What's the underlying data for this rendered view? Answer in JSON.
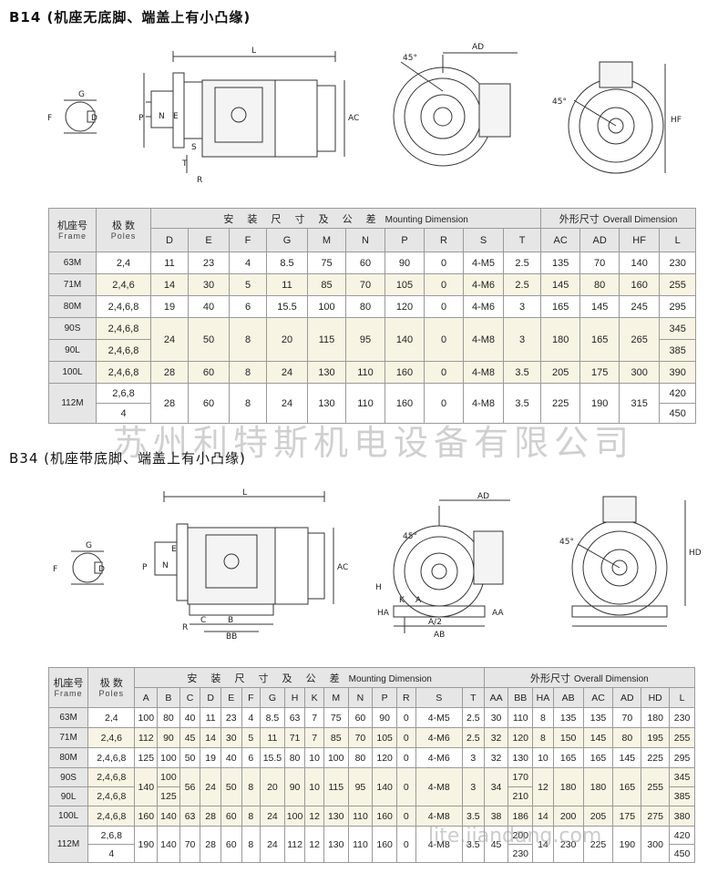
{
  "section1": {
    "title": "B14 (机座无底脚、端盖上有小凸缘)"
  },
  "section2": {
    "title": "B34 (机座带底脚、端盖上有小凸缘)"
  },
  "watermark": "苏州利特斯机电设备有限公司",
  "watermark_bottom": "lite.jiandang.com",
  "drawing1": {
    "labels": {
      "f": "F",
      "g": "G",
      "d": "D",
      "l": "L",
      "p": "P",
      "n": "N",
      "e": "E",
      "s": "S",
      "t": "T",
      "r": "R",
      "ac": "AC",
      "ad": "AD",
      "hf": "HF",
      "deg45": "45°"
    }
  },
  "drawing2": {
    "labels": {
      "f": "F",
      "g": "G",
      "d": "D",
      "l": "L",
      "p": "P",
      "n": "N",
      "e": "E",
      "c": "C",
      "b": "B",
      "bb": "BB",
      "r": "R",
      "ac": "AC",
      "ad": "AD",
      "hd": "HD",
      "h": "H",
      "ha": "HA",
      "k": "K",
      "a": "A",
      "a2": "A/2",
      "ab": "AB",
      "aa": "AA",
      "deg45": "45°"
    }
  },
  "table1": {
    "frame_cn": "机座号",
    "frame_en": "Frame",
    "poles_cn": "极 数",
    "poles_en": "Poles",
    "mount_cn": "安 装 尺 寸 及 公 差",
    "mount_en": "Mounting Dimension",
    "overall_cn": "外形尺寸",
    "overall_en": "Overall Dimension",
    "cols": [
      "D",
      "E",
      "F",
      "G",
      "M",
      "N",
      "P",
      "R",
      "S",
      "T",
      "AC",
      "AD",
      "HF",
      "L"
    ],
    "rows": [
      {
        "frame": "63M",
        "poles": "2,4",
        "D": "11",
        "E": "23",
        "F": "4",
        "G": "8.5",
        "M": "75",
        "N": "60",
        "P": "90",
        "R": "0",
        "S": "4-M5",
        "T": "2.5",
        "AC": "135",
        "AD": "70",
        "HF": "140",
        "L": "230"
      },
      {
        "frame": "71M",
        "poles": "2,4,6",
        "D": "14",
        "E": "30",
        "F": "5",
        "G": "11",
        "M": "85",
        "N": "70",
        "P": "105",
        "R": "0",
        "S": "4-M6",
        "T": "2.5",
        "AC": "145",
        "AD": "80",
        "HF": "160",
        "L": "255"
      },
      {
        "frame": "80M",
        "poles": "2,4,6,8",
        "D": "19",
        "E": "40",
        "F": "6",
        "G": "15.5",
        "M": "100",
        "N": "80",
        "P": "120",
        "R": "0",
        "S": "4-M6",
        "T": "3",
        "AC": "165",
        "AD": "145",
        "HF": "245",
        "L": "295"
      },
      {
        "frame": "90S",
        "poles": "2,4,6,8",
        "L": "345"
      },
      {
        "frame": "90L",
        "poles": "2,4,6,8",
        "D": "24",
        "E": "50",
        "F": "8",
        "G": "20",
        "M": "115",
        "N": "95",
        "P": "140",
        "R": "0",
        "S": "4-M8",
        "T": "3",
        "AC": "180",
        "AD": "165",
        "HF": "265",
        "L": "385"
      },
      {
        "frame": "100L",
        "poles": "2,4,6,8",
        "D": "28",
        "E": "60",
        "F": "8",
        "G": "24",
        "M": "130",
        "N": "110",
        "P": "160",
        "R": "0",
        "S": "4-M8",
        "T": "3.5",
        "AC": "205",
        "AD": "175",
        "HF": "300",
        "L": "390"
      },
      {
        "frame": "112M",
        "poles_a": "2,6,8",
        "poles_b": "4",
        "D": "28",
        "E": "60",
        "F": "8",
        "G": "24",
        "M": "130",
        "N": "110",
        "P": "160",
        "R": "0",
        "S": "4-M8",
        "T": "3.5",
        "AC": "225",
        "AD": "190",
        "HF": "315",
        "L_a": "420",
        "L_b": "450"
      }
    ]
  },
  "table2": {
    "frame_cn": "机座号",
    "frame_en": "Frame",
    "poles_cn": "极 数",
    "poles_en": "Poles",
    "mount_cn": "安 装 尺 寸 及 公 差",
    "mount_en": "Mounting Dimension",
    "overall_cn": "外形尺寸",
    "overall_en": "Overall Dimension",
    "cols": [
      "A",
      "B",
      "C",
      "D",
      "E",
      "F",
      "G",
      "H",
      "K",
      "M",
      "N",
      "P",
      "R",
      "S",
      "T",
      "AA",
      "BB",
      "HA",
      "AB",
      "AC",
      "AD",
      "HD",
      "L"
    ],
    "rows": [
      {
        "frame": "63M",
        "poles": "2,4",
        "A": "100",
        "B": "80",
        "C": "40",
        "D": "11",
        "E": "23",
        "F": "4",
        "G": "8.5",
        "H": "63",
        "K": "7",
        "M": "75",
        "N": "60",
        "P": "90",
        "R": "0",
        "S": "4-M5",
        "T": "2.5",
        "AA": "30",
        "BB": "110",
        "HA": "8",
        "AB": "135",
        "AC": "135",
        "AD": "70",
        "HD": "180",
        "L": "230"
      },
      {
        "frame": "71M",
        "poles": "2,4,6",
        "A": "112",
        "B": "90",
        "C": "45",
        "D": "14",
        "E": "30",
        "F": "5",
        "G": "11",
        "H": "71",
        "K": "7",
        "M": "85",
        "N": "70",
        "P": "105",
        "R": "0",
        "S": "4-M6",
        "T": "2.5",
        "AA": "32",
        "BB": "120",
        "HA": "8",
        "AB": "150",
        "AC": "145",
        "AD": "80",
        "HD": "195",
        "L": "255"
      },
      {
        "frame": "80M",
        "poles": "2,4,6,8",
        "A": "125",
        "B": "100",
        "C": "50",
        "D": "19",
        "E": "40",
        "F": "6",
        "G": "15.5",
        "H": "80",
        "K": "10",
        "M": "100",
        "N": "80",
        "P": "120",
        "R": "0",
        "S": "4-M6",
        "T": "3",
        "AA": "32",
        "BB": "130",
        "HA": "10",
        "AB": "165",
        "AC": "165",
        "AD": "145",
        "HD": "225",
        "L": "295"
      },
      {
        "frame": "90S",
        "poles": "2,4,6,8",
        "B": "100",
        "BB": "170",
        "L": "345"
      },
      {
        "frame": "90L",
        "poles": "2,4,6,8",
        "A": "140",
        "B": "125",
        "C": "56",
        "D": "24",
        "E": "50",
        "F": "8",
        "G": "20",
        "H": "90",
        "K": "10",
        "M": "115",
        "N": "95",
        "P": "140",
        "R": "0",
        "S": "4-M8",
        "T": "3",
        "AA": "34",
        "BB": "210",
        "HA": "12",
        "AB": "180",
        "AC": "180",
        "AD": "165",
        "HD": "255",
        "L": "385"
      },
      {
        "frame": "100L",
        "poles": "2,4,6,8",
        "A": "160",
        "B": "140",
        "C": "63",
        "D": "28",
        "E": "60",
        "F": "8",
        "G": "24",
        "H": "100",
        "K": "12",
        "M": "130",
        "N": "110",
        "P": "160",
        "R": "0",
        "S": "4-M8",
        "T": "3.5",
        "AA": "38",
        "BB": "186",
        "HA": "14",
        "AB": "200",
        "AC": "205",
        "AD": "175",
        "HD": "275",
        "L": "380"
      },
      {
        "frame": "112M",
        "poles_a": "2,6,8",
        "poles_b": "4",
        "A": "190",
        "B": "140",
        "C": "70",
        "D": "28",
        "E": "60",
        "F": "8",
        "G": "24",
        "H": "112",
        "K": "12",
        "M": "130",
        "N": "110",
        "P": "160",
        "R": "0",
        "S": "4-M8",
        "T": "3.5",
        "AA": "45",
        "BB_a": "200",
        "BB_b": "230",
        "HA": "14",
        "AB": "230",
        "AC": "225",
        "AD": "190",
        "HD": "300",
        "L_a": "420",
        "L_b": "450"
      }
    ]
  }
}
